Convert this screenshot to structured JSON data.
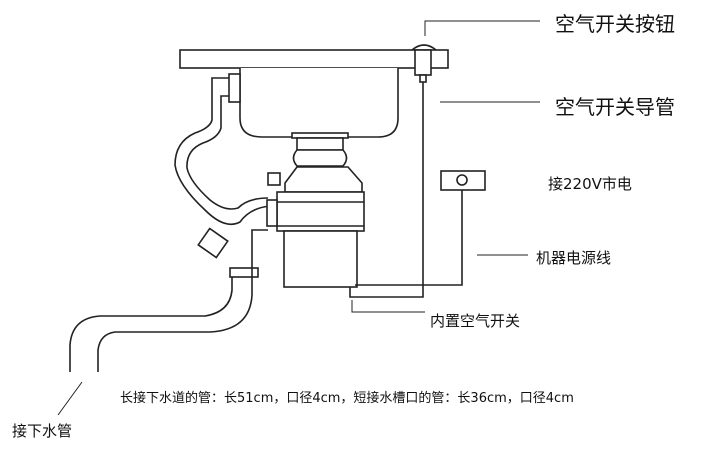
{
  "labels": {
    "air_switch_button": "空气开关按钮",
    "air_switch_tube": "空气开关导管",
    "power_220v": "接220V市电",
    "power_cord": "机器电源线",
    "builtin_air_switch": "内置空气开关",
    "drain_pipe": "接下水管"
  },
  "note": "长接下水道的管：长51cm，口径4cm，短接水槽口的管：长36cm，口径4cm"
}
